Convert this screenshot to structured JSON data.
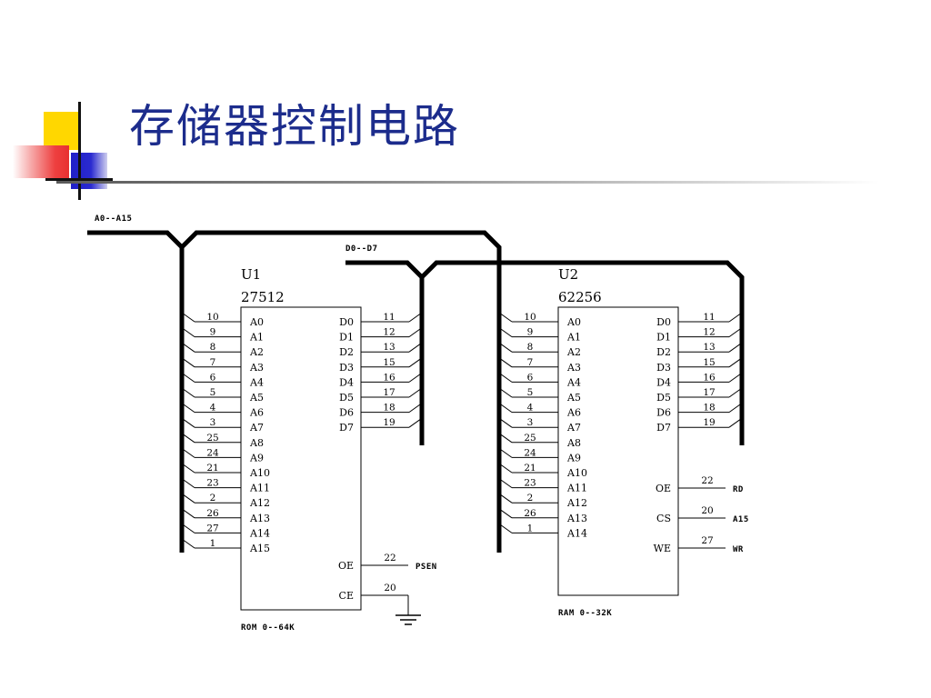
{
  "slide": {
    "title": "存储器控制电路"
  },
  "buses": {
    "address": "A0--A15",
    "data": "D0--D7"
  },
  "u1": {
    "ref": "U1",
    "part": "27512",
    "caption": "ROM 0--64K",
    "address_pins": [
      {
        "num": "10",
        "name": "A0"
      },
      {
        "num": "9",
        "name": "A1"
      },
      {
        "num": "8",
        "name": "A2"
      },
      {
        "num": "7",
        "name": "A3"
      },
      {
        "num": "6",
        "name": "A4"
      },
      {
        "num": "5",
        "name": "A5"
      },
      {
        "num": "4",
        "name": "A6"
      },
      {
        "num": "3",
        "name": "A7"
      },
      {
        "num": "25",
        "name": "A8"
      },
      {
        "num": "24",
        "name": "A9"
      },
      {
        "num": "21",
        "name": "A10"
      },
      {
        "num": "23",
        "name": "A11"
      },
      {
        "num": "2",
        "name": "A12"
      },
      {
        "num": "26",
        "name": "A13"
      },
      {
        "num": "27",
        "name": "A14"
      },
      {
        "num": "1",
        "name": "A15"
      }
    ],
    "data_pins": [
      {
        "num": "11",
        "name": "D0"
      },
      {
        "num": "12",
        "name": "D1"
      },
      {
        "num": "13",
        "name": "D2"
      },
      {
        "num": "15",
        "name": "D3"
      },
      {
        "num": "16",
        "name": "D4"
      },
      {
        "num": "17",
        "name": "D5"
      },
      {
        "num": "18",
        "name": "D6"
      },
      {
        "num": "19",
        "name": "D7"
      }
    ],
    "control_pins": [
      {
        "num": "22",
        "name": "OE",
        "signal": "PSEN"
      },
      {
        "num": "20",
        "name": "CE",
        "signal": ""
      }
    ]
  },
  "u2": {
    "ref": "U2",
    "part": "62256",
    "caption": "RAM 0--32K",
    "address_pins": [
      {
        "num": "10",
        "name": "A0"
      },
      {
        "num": "9",
        "name": "A1"
      },
      {
        "num": "8",
        "name": "A2"
      },
      {
        "num": "7",
        "name": "A3"
      },
      {
        "num": "6",
        "name": "A4"
      },
      {
        "num": "5",
        "name": "A5"
      },
      {
        "num": "4",
        "name": "A6"
      },
      {
        "num": "3",
        "name": "A7"
      },
      {
        "num": "25",
        "name": "A8"
      },
      {
        "num": "24",
        "name": "A9"
      },
      {
        "num": "21",
        "name": "A10"
      },
      {
        "num": "23",
        "name": "A11"
      },
      {
        "num": "2",
        "name": "A12"
      },
      {
        "num": "26",
        "name": "A13"
      },
      {
        "num": "1",
        "name": "A14"
      }
    ],
    "data_pins": [
      {
        "num": "11",
        "name": "D0"
      },
      {
        "num": "12",
        "name": "D1"
      },
      {
        "num": "13",
        "name": "D2"
      },
      {
        "num": "15",
        "name": "D3"
      },
      {
        "num": "16",
        "name": "D4"
      },
      {
        "num": "17",
        "name": "D5"
      },
      {
        "num": "18",
        "name": "D6"
      },
      {
        "num": "19",
        "name": "D7"
      }
    ],
    "control_pins": [
      {
        "num": "22",
        "name": "OE",
        "signal": "RD"
      },
      {
        "num": "20",
        "name": "CS",
        "signal": "A15"
      },
      {
        "num": "27",
        "name": "WE",
        "signal": "WR"
      }
    ]
  },
  "colors": {
    "title": "#1c2c8c",
    "deco_yellow": "#ffd700",
    "deco_blue": "#2222cc",
    "deco_red": "#ee4444",
    "wire": "#000000"
  }
}
